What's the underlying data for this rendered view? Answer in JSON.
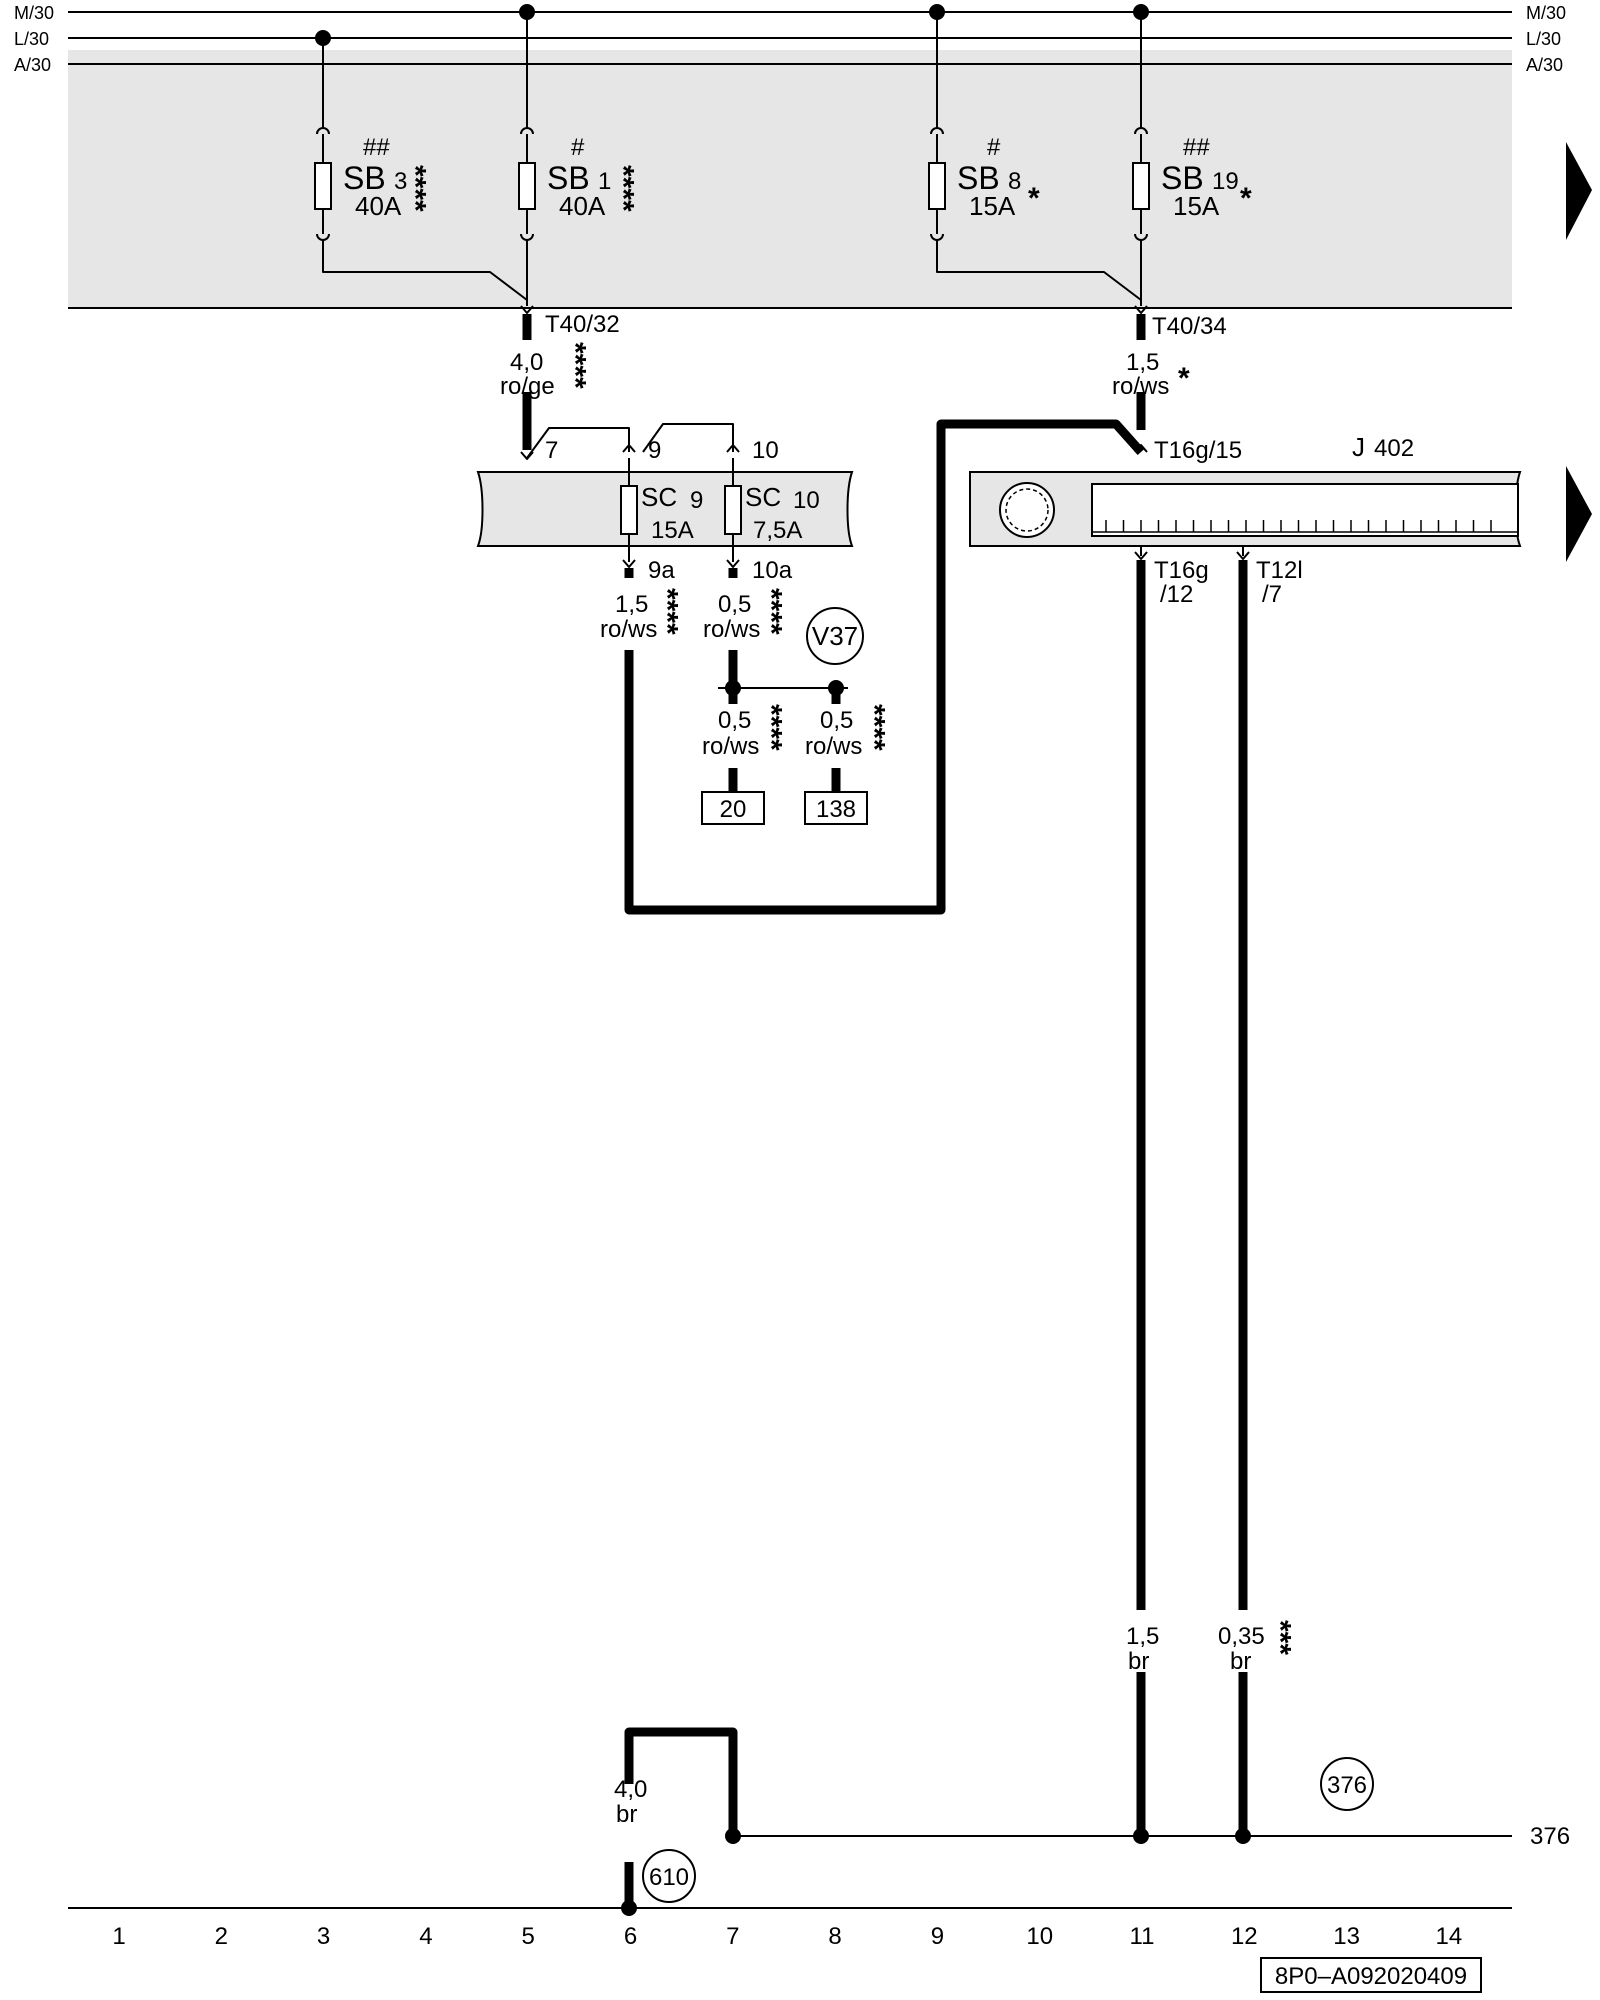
{
  "rails": {
    "left": [
      "M/30",
      "L/30",
      "A/30"
    ],
    "right": [
      "M/30",
      "L/30",
      "A/30"
    ]
  },
  "fuses": {
    "sb3": {
      "mark": "##",
      "name": "SB",
      "num": "3",
      "rating": "40A",
      "stars": "****"
    },
    "sb1": {
      "mark": "#",
      "name": "SB",
      "num": "1",
      "rating": "40A",
      "stars": "****"
    },
    "sb8": {
      "mark": "#",
      "name": "SB",
      "num": "8",
      "rating": "15A",
      "stars": "*"
    },
    "sb19": {
      "mark": "##",
      "name": "SB",
      "num": "19",
      "rating": "15A",
      "stars": "*"
    },
    "sc9": {
      "name": "SC",
      "num": "9",
      "rating": "15A"
    },
    "sc10": {
      "name": "SC",
      "num": "10",
      "rating": "7,5A"
    }
  },
  "connectors": {
    "t40_32": "T40/32",
    "t40_34": "T40/34",
    "pin7": "7",
    "pin9": "9",
    "pin10": "10",
    "pin9a": "9a",
    "pin10a": "10a",
    "t16g_15": "T16g/15",
    "t16g_12a": "T16g",
    "t16g_12b": "/12",
    "t12l_7a": "T12l",
    "t12l_7b": "/7"
  },
  "wires": {
    "w1": {
      "size": "4,0",
      "color": "ro/ge",
      "stars": "****"
    },
    "w2": {
      "size": "1,5",
      "color": "ro/ws",
      "stars": "*"
    },
    "w3": {
      "size": "1,5",
      "color": "ro/ws",
      "stars": "****"
    },
    "w4": {
      "size": "0,5",
      "color": "ro/ws",
      "stars": "****"
    },
    "w5": {
      "size": "0,5",
      "color": "ro/ws",
      "stars": "****"
    },
    "w6": {
      "size": "0,5",
      "color": "ro/ws",
      "stars": "****"
    },
    "w7": {
      "size": "1,5",
      "color": "br",
      "stars": ""
    },
    "w8": {
      "size": "0,35",
      "color": "br",
      "stars": "***"
    },
    "w9": {
      "size": "4,0",
      "color": "br",
      "stars": ""
    }
  },
  "components": {
    "j402": {
      "name": "J",
      "num": "402"
    },
    "v37": "V37"
  },
  "refs": {
    "box20": "20",
    "box138": "138"
  },
  "grounds": {
    "g376": "376",
    "g610": "610",
    "line376": "376"
  },
  "columns": [
    "1",
    "2",
    "3",
    "4",
    "5",
    "6",
    "7",
    "8",
    "9",
    "10",
    "11",
    "12",
    "13",
    "14"
  ],
  "doc_id": "8P0–A092020409"
}
